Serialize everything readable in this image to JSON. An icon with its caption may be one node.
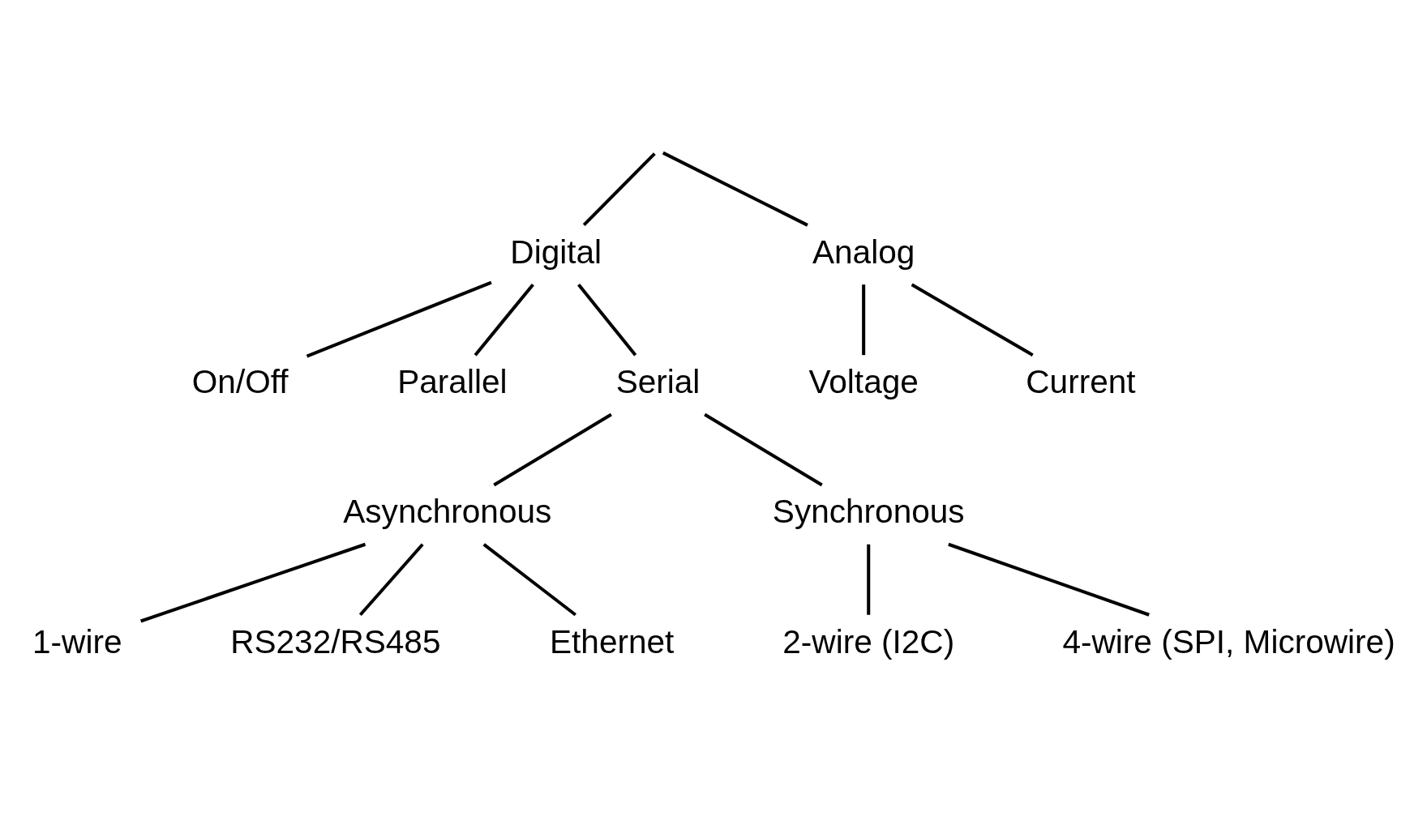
{
  "diagram": {
    "nodes": [
      {
        "text": [
          "Digital"
        ]
      },
      {
        "text": [
          "Analog"
        ]
      },
      {
        "text": [
          "On/Off"
        ]
      },
      {
        "text": [
          "Parallel"
        ]
      },
      {
        "text": [
          "Serial"
        ]
      },
      {
        "text": [
          "Voltage"
        ]
      },
      {
        "text": [
          "Current"
        ]
      },
      {
        "text": [
          "Asynchronous"
        ]
      },
      {
        "text": [
          "Synchronous"
        ]
      },
      {
        "text": [
          "1-wire"
        ]
      },
      {
        "text": [
          "RS232/RS485"
        ]
      },
      {
        "text": [
          "Ethernet"
        ]
      },
      {
        "text": [
          "2-wire (I2C)"
        ]
      },
      {
        "text": [
          "4-wire (SPI, Microwire)"
        ]
      }
    ],
    "edges": [
      {
        "from": null,
        "to": 0,
        "arrow": "none"
      },
      {
        "from": null,
        "to": 1,
        "arrow": "none"
      },
      {
        "from": 0,
        "to": 2,
        "arrow": "none"
      },
      {
        "from": 0,
        "to": 3,
        "arrow": "none"
      },
      {
        "from": 0,
        "to": 4,
        "arrow": "none"
      },
      {
        "from": 1,
        "to": 5,
        "arrow": "none"
      },
      {
        "from": 1,
        "to": 6,
        "arrow": "none"
      },
      {
        "from": 4,
        "to": 7,
        "arrow": "none"
      },
      {
        "from": 4,
        "to": 8,
        "arrow": "none"
      },
      {
        "from": 7,
        "to": 9,
        "arrow": "none"
      },
      {
        "from": 7,
        "to": 10,
        "arrow": "none"
      },
      {
        "from": 7,
        "to": 11,
        "arrow": "none"
      },
      {
        "from": 8,
        "to": 12,
        "arrow": "none"
      },
      {
        "from": 8,
        "to": 13,
        "arrow": "none"
      }
    ]
  }
}
